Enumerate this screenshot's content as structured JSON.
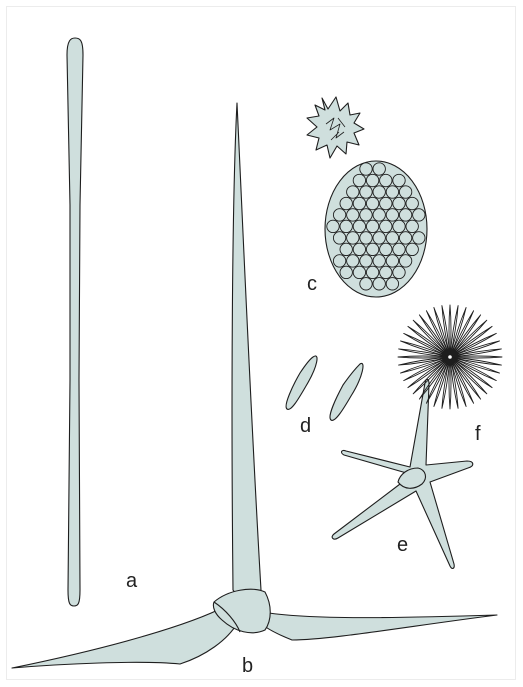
{
  "labels": {
    "a": "a",
    "b": "b",
    "c": "c",
    "d": "d",
    "e": "e",
    "f": "f"
  },
  "colors": {
    "fill": "#cfdfdd",
    "stroke": "#1e1e1e",
    "background": "#ffffff"
  }
}
